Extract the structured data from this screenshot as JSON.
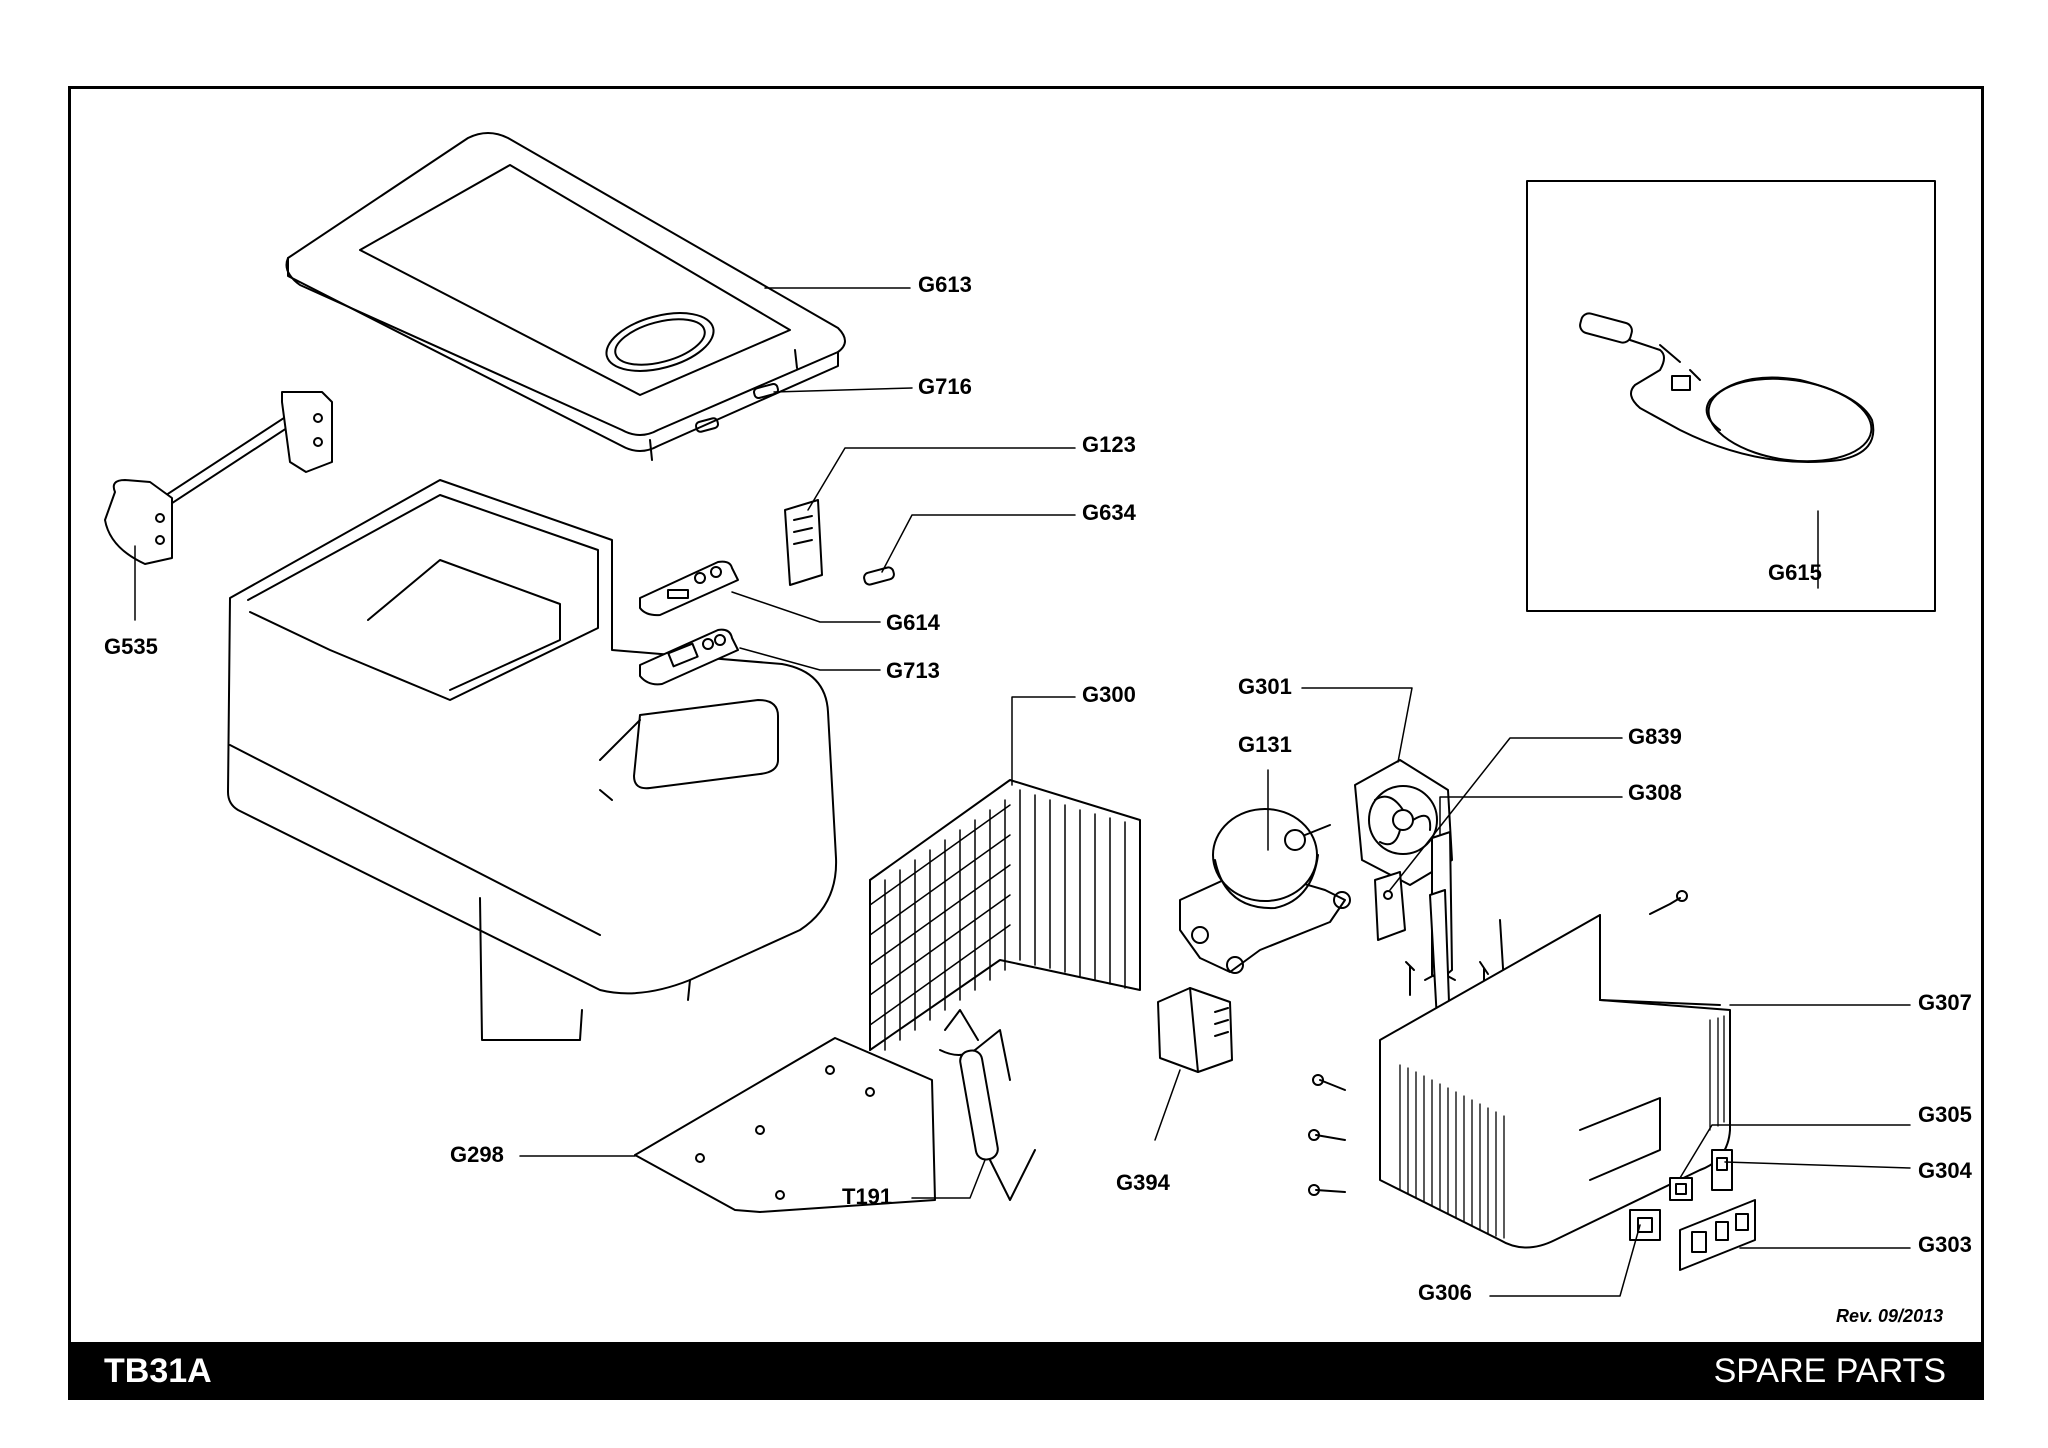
{
  "footer": {
    "model": "TB31A",
    "section": "SPARE PARTS"
  },
  "revision": "Rev. 09/2013",
  "parts": {
    "G613": "G613",
    "G716": "G716",
    "G123": "G123",
    "G634": "G634",
    "G535": "G535",
    "G614": "G614",
    "G713": "G713",
    "G300": "G300",
    "G301": "G301",
    "G131": "G131",
    "G839": "G839",
    "G308": "G308",
    "G615": "G615",
    "G307": "G307",
    "G305": "G305",
    "G304": "G304",
    "G303": "G303",
    "G306": "G306",
    "G298": "G298",
    "T191": "T191",
    "G394": "G394"
  }
}
